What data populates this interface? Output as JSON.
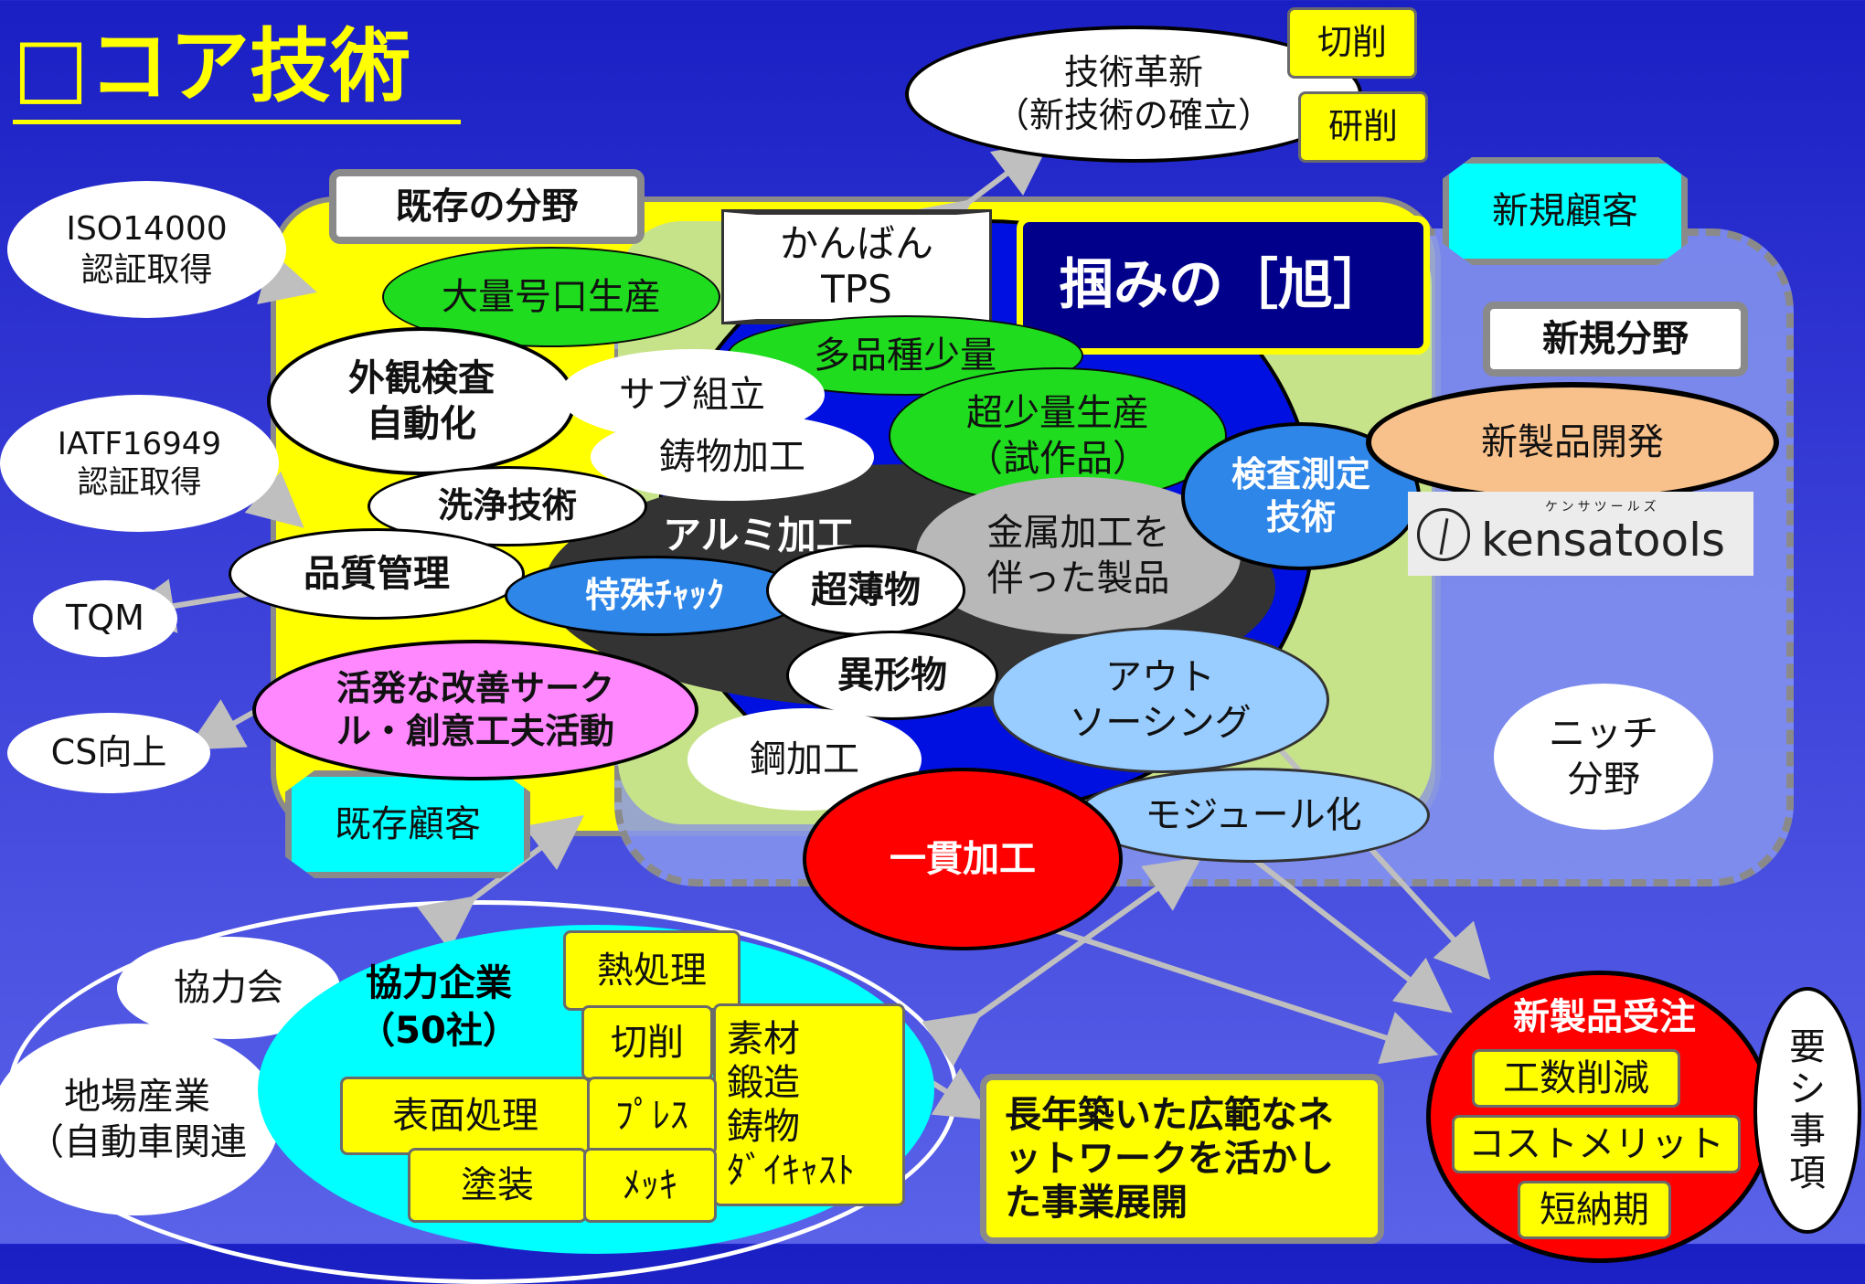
{
  "title": "□コア技術",
  "labels": {
    "existing_field": "既存の分野",
    "new_field": "新規分野",
    "new_customers": "新規顧客",
    "existing_customers": "既存顧客",
    "tagline": "掴みの［旭］",
    "kanban": "かんばん\nTPS",
    "tech_innovation": "技術革新\n（新技術の確立）",
    "cutting_top": "切削",
    "grinding": "研削",
    "iso": "ISO14000\n認証取得",
    "iatf": "IATF16949\n認証取得",
    "tqm": "TQM",
    "cs": "CS向上",
    "mass_production": "大量号口生産",
    "high_mix": "多品種少量",
    "ultra_small": "超少量生産\n（試作品）",
    "visual_inspection": "外観検査\n自動化",
    "sub_assembly": "サブ組立",
    "casting_processing": "鋳物加工",
    "cleaning": "洗浄技術",
    "aluminum": "アルミ加工",
    "metal_products": "金属加工を\n伴った製品",
    "inspection_tech": "検査測定\n技術",
    "quality_control": "品質管理",
    "special_chuck": "特殊ﾁｬｯｸ",
    "ultra_thin": "超薄物",
    "irregular": "異形物",
    "kaizen": "活発な改善サーク\nル・創意工夫活動",
    "steel": "鋼加工",
    "outsourcing": "アウト\nソーシング",
    "modular": "モジュール化",
    "integrated": "一貫加工",
    "new_product_dev": "新製品開発",
    "kensatools_kana": "ケンサツールズ",
    "kensatools": "kensatools",
    "niche": "ニッチ\n分野",
    "cooperative": "協力会",
    "local_industry": "地場産業\n（自動車関連",
    "partners": "協力企業\n（50社）",
    "heat_treatment": "熱処理",
    "cutting": "切削",
    "materials": "素材\n鍛造\n鋳物\nﾀﾞｲｷｬｽﾄ",
    "surface": "表面処理",
    "press": "ﾌﾟﾚｽ",
    "painting": "塗装",
    "plating": "ﾒｯｷ",
    "network_note": "長年築いた広範なネ\nットワークを活かし\nた事業展開",
    "new_order": "新製品受注",
    "man_hours": "工数削減",
    "cost_merit": "コストメリット",
    "short_lead": "短納期",
    "requirements": "要\nシ\n事\n項"
  },
  "colors": {
    "background": "#2a30d0",
    "yellow": "#ffff00",
    "cyan": "#00ffff",
    "green": "#1fdc1f",
    "red": "#ff0000",
    "orange": "#f8c08a",
    "navy": "#00008b",
    "light_blue": "#99ccff",
    "blue_ellipse": "#2e86e8",
    "pink": "#ff88ff",
    "dark_gray": "#333333",
    "gray": "#b8b8b8"
  }
}
